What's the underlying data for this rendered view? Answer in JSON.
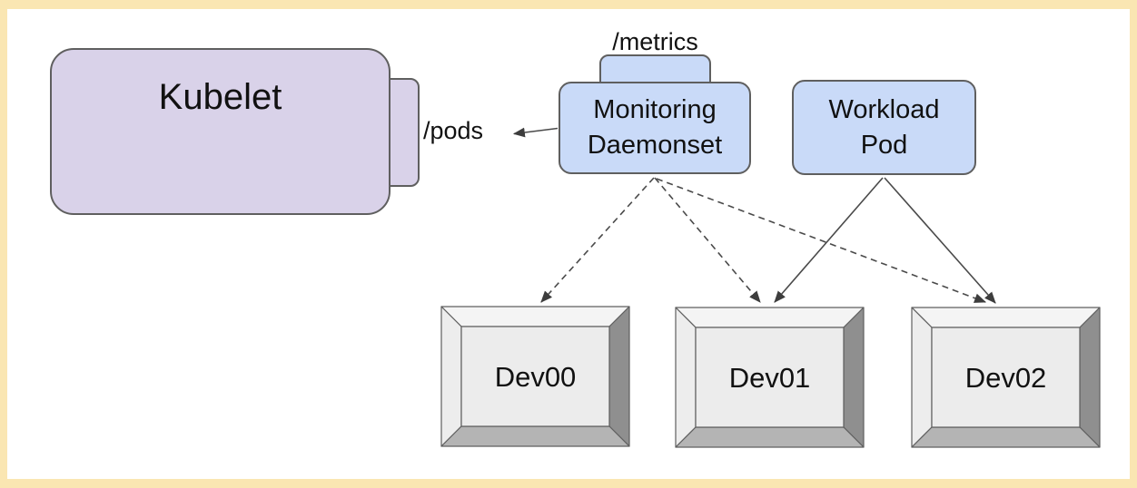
{
  "nodes": {
    "kubelet": {
      "label": "Kubelet"
    },
    "monitoring": {
      "line1": "Monitoring",
      "line2": "Daemonset"
    },
    "workload": {
      "line1": "Workload",
      "line2": "Pod"
    },
    "devices": [
      {
        "label": "Dev00"
      },
      {
        "label": "Dev01"
      },
      {
        "label": "Dev02"
      }
    ]
  },
  "labels": {
    "metrics_endpoint": "/metrics",
    "pods_endpoint": "/pods"
  },
  "edges": [
    {
      "from": "monitoring-daemonset",
      "to": "kubelet-pods-endpoint",
      "style": "solid-arrow"
    },
    {
      "from": "monitoring-daemonset",
      "to": "dev00",
      "style": "dashed-arrow"
    },
    {
      "from": "monitoring-daemonset",
      "to": "dev01",
      "style": "dashed-arrow"
    },
    {
      "from": "monitoring-daemonset",
      "to": "dev02",
      "style": "dashed-arrow"
    },
    {
      "from": "workload-pod",
      "to": "dev01",
      "style": "solid-arrow"
    },
    {
      "from": "workload-pod",
      "to": "dev02",
      "style": "solid-arrow"
    }
  ],
  "colors": {
    "frame_border": "#fae6b2",
    "canvas_bg": "#ffffff",
    "kubelet_fill": "#d9d2e9",
    "pod_fill": "#c9daf8",
    "node_border": "#5f5f5f",
    "arrow": "#4a4a4a",
    "arrowhead": "#3d3d3d",
    "device_face": "#ececec",
    "device_bevel_top": "#f4f4f4",
    "device_bevel_left": "#ededed",
    "device_bevel_right": "#8f8f8f",
    "device_bevel_bottom": "#b4b4b4",
    "text": "#111111"
  }
}
